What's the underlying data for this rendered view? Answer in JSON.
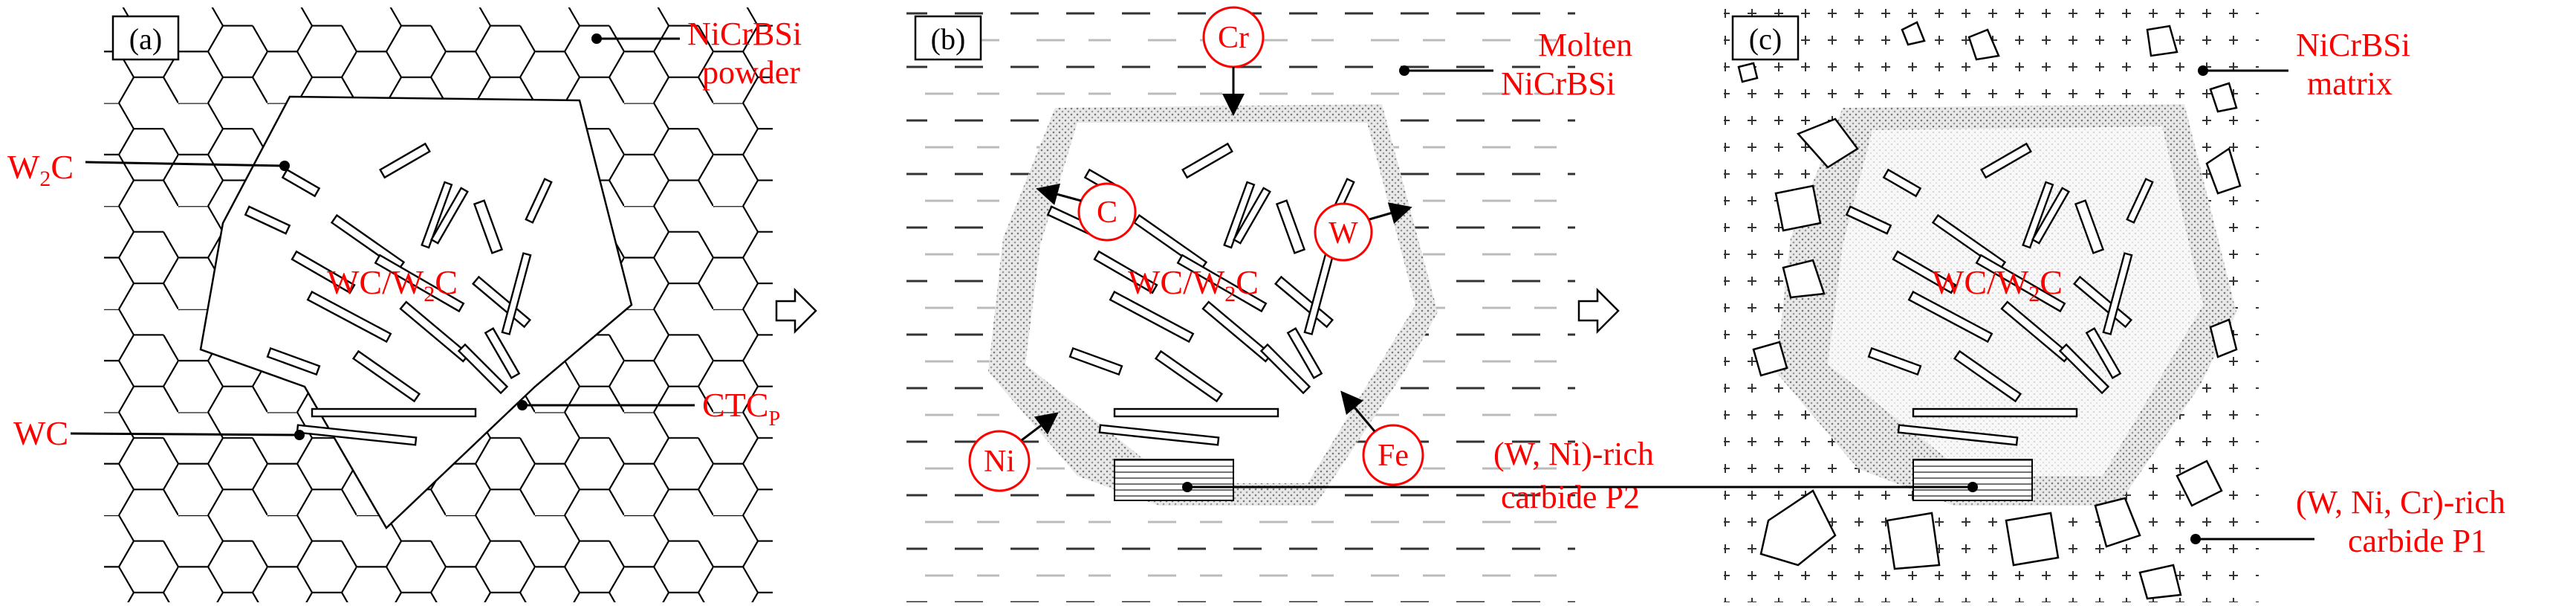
{
  "panels": [
    {
      "tag": "(a)",
      "labels": {
        "powder_line1": "NiCrBSi",
        "powder_line2": "powder",
        "w2c_base": "W",
        "w2c_sub": "2",
        "w2c_tail": "C",
        "center_base": "WC/W",
        "center_sub": "2",
        "center_tail": "C",
        "wc": "WC",
        "ctc_base": "CTC",
        "ctc_sub": "P"
      }
    },
    {
      "tag": "(b)",
      "labels": {
        "molten_line1": "Molten",
        "molten_line2": "NiCrBSi",
        "cr": "Cr",
        "c": "C",
        "w": "W",
        "ni": "Ni",
        "fe": "Fe",
        "center_base": "WC/W",
        "center_sub": "2",
        "center_tail": "C",
        "p2_line1": "(W, Ni)-rich",
        "p2_line2": "carbide P2"
      }
    },
    {
      "tag": "(c)",
      "labels": {
        "matrix_line1": "NiCrBSi",
        "matrix_line2": "matrix",
        "center_base": "WC/W",
        "center_sub": "2",
        "center_tail": "C",
        "p1_line1": "(W, Ni, Cr)-rich",
        "p1_line2": "carbide P1"
      }
    }
  ],
  "colors": {
    "annotation": "#ff0000",
    "line": "#000000",
    "shade": "#9a9a9a"
  }
}
